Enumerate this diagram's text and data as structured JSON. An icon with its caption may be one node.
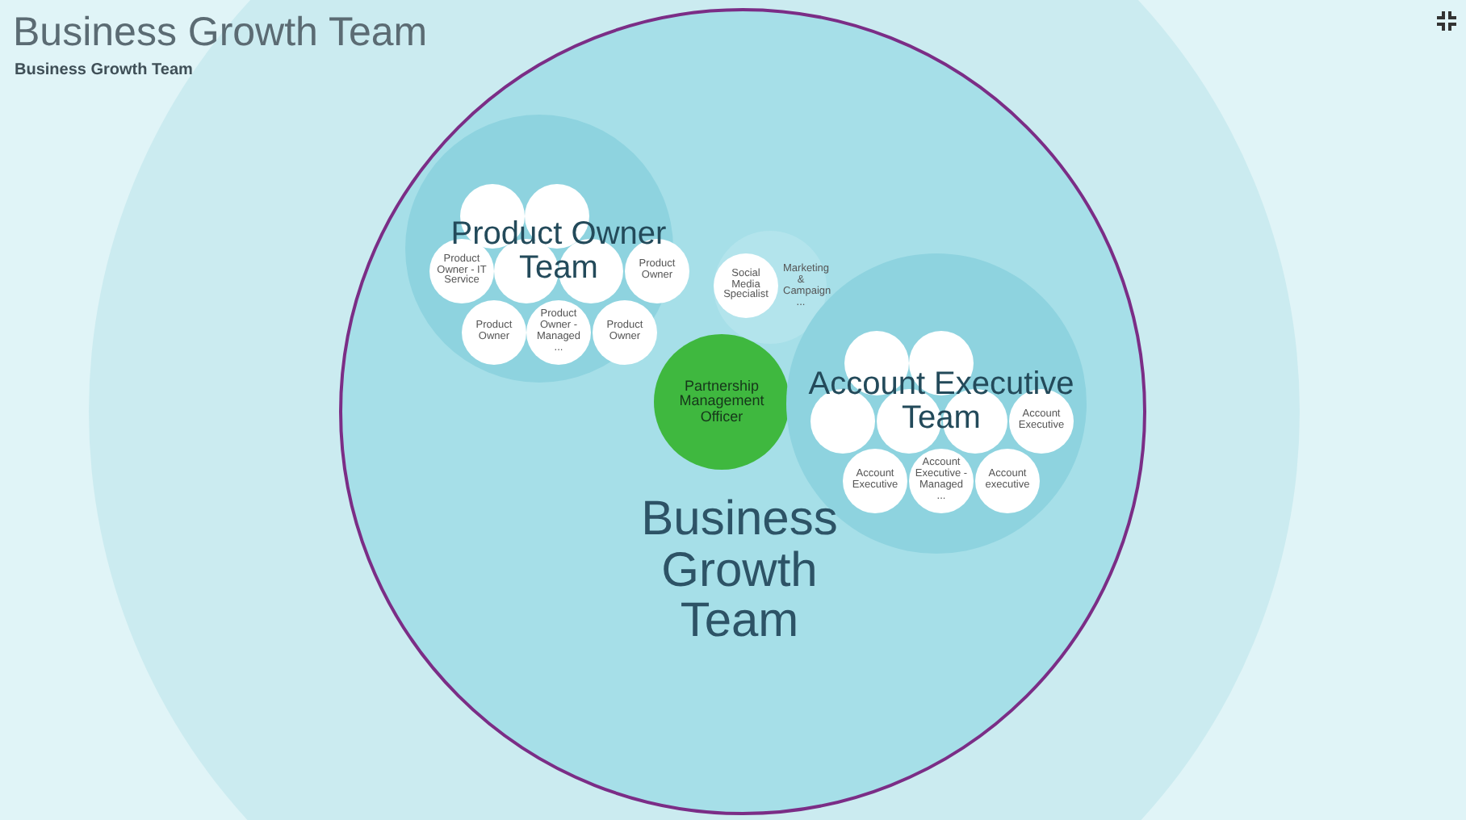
{
  "diagram": {
    "title": "Business Growth Team",
    "nodes": [
      {
        "text": [
          "Business Growth Team"
        ]
      },
      {
        "text": [
          "Product Owner Team"
        ],
        "in": 0
      },
      {
        "text": [
          "Product Owner - IT Service"
        ],
        "in": 1
      },
      {
        "text": [
          "Product Owner"
        ],
        "in": 1
      },
      {
        "text": [
          "Product Owner"
        ],
        "in": 1
      },
      {
        "text": [
          "Product Owner - Managed ..."
        ],
        "in": 1
      },
      {
        "text": [
          "Product Owner"
        ],
        "in": 1
      },
      {
        "text": [],
        "shape": "circle",
        "in": 0
      },
      {
        "text": [
          "Social Media Specialist"
        ],
        "in": 7
      },
      {
        "text": [
          "Marketing & Campaign ..."
        ],
        "in": 7
      },
      {
        "text": [
          "Partnership Management Officer"
        ],
        "in": 0
      },
      {
        "text": [
          "Account Executive Team"
        ],
        "in": 0
      },
      {
        "text": [
          "Account Executive"
        ],
        "in": 11
      },
      {
        "text": [
          "Account Executive"
        ],
        "in": 11
      },
      {
        "text": [
          "Account Executive - Managed ..."
        ],
        "in": 11
      },
      {
        "text": [
          "Account executive"
        ],
        "in": 11
      }
    ],
    "labels": [
      "Business Growth Team"
    ]
  }
}
